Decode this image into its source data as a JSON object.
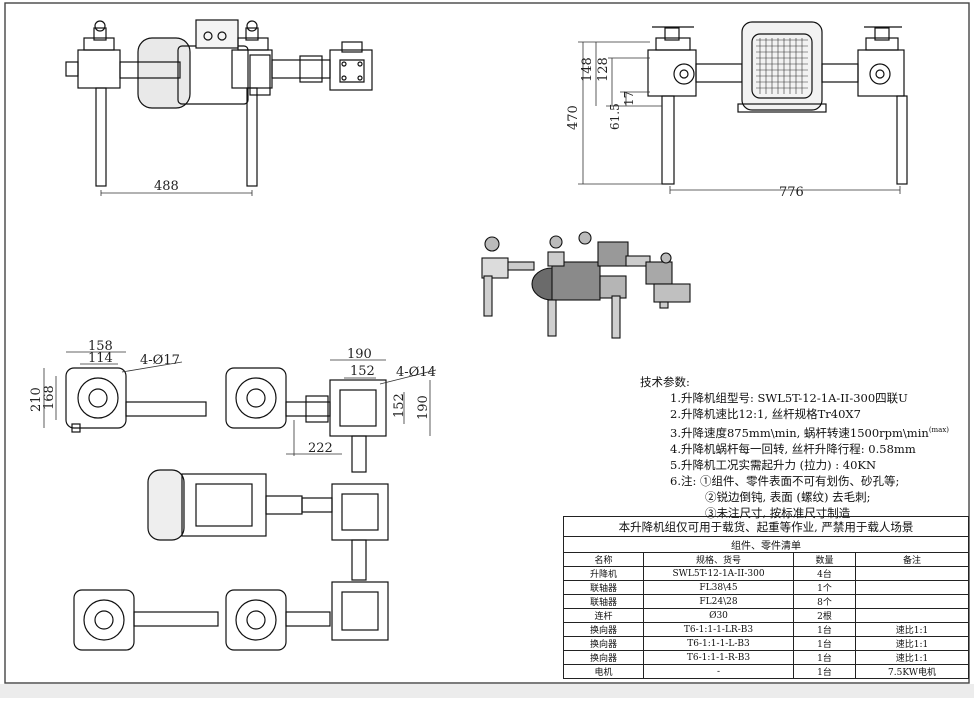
{
  "dimensions": {
    "front_view": {
      "width": "488"
    },
    "side_view": {
      "width": "776",
      "h470": "470",
      "h148": "148",
      "h128": "128",
      "h61_5": "61.5",
      "h17": "17"
    },
    "plan_view": {
      "d158": "158",
      "d114": "114",
      "hole_left": "4-Ø17",
      "d210": "210",
      "d168": "168",
      "d190_top": "190",
      "d152_top": "152",
      "hole_right": "4-Ø14",
      "d152_side": "152",
      "d190_side": "190",
      "d222": "222"
    }
  },
  "tech": {
    "title": "技术参数:",
    "items": [
      "1.升降机组型号: SWL5T-12-1A-II-300四联U",
      "2.升降机速比12:1, 丝杆规格Tr40X7",
      "3.升降速度875mm\\min, 蜗杆转速1500rpm\\min",
      "4.升降机蜗杆每一回转, 丝杆升降行程: 0.58mm",
      "5.升降机工况实需起升力 (拉力) : 40KN",
      "6.注: ①组件、零件表面不可有划伤、砂孔等;"
    ],
    "item3_sup": "(max)",
    "subnotes": [
      "②锐边倒钝, 表面 (螺纹) 去毛刺;",
      "③未注尺寸, 按标准尺寸制造"
    ]
  },
  "bom": {
    "banner": "本升降机组仅可用于载货、起重等作业, 严禁用于载人场景",
    "list_title": "组件、零件清单",
    "headers": [
      "名称",
      "规格、货号",
      "数量",
      "备注"
    ],
    "rows": [
      [
        "升降机",
        "SWL5T-12-1A-II-300",
        "4台",
        ""
      ],
      [
        "联轴器",
        "FL38\\45",
        "1个",
        ""
      ],
      [
        "联轴器",
        "FL24\\28",
        "8个",
        ""
      ],
      [
        "连杆",
        "Ø30",
        "2根",
        ""
      ],
      [
        "换向器",
        "T6-1:1-1-LR-B3",
        "1台",
        "速比1:1"
      ],
      [
        "换向器",
        "T6-1:1-1-L-B3",
        "1台",
        "速比1:1"
      ],
      [
        "换向器",
        "T6-1:1-1-R-B3",
        "1台",
        "速比1:1"
      ],
      [
        "电机",
        "-",
        "1台",
        "7.5KW电机"
      ]
    ]
  }
}
